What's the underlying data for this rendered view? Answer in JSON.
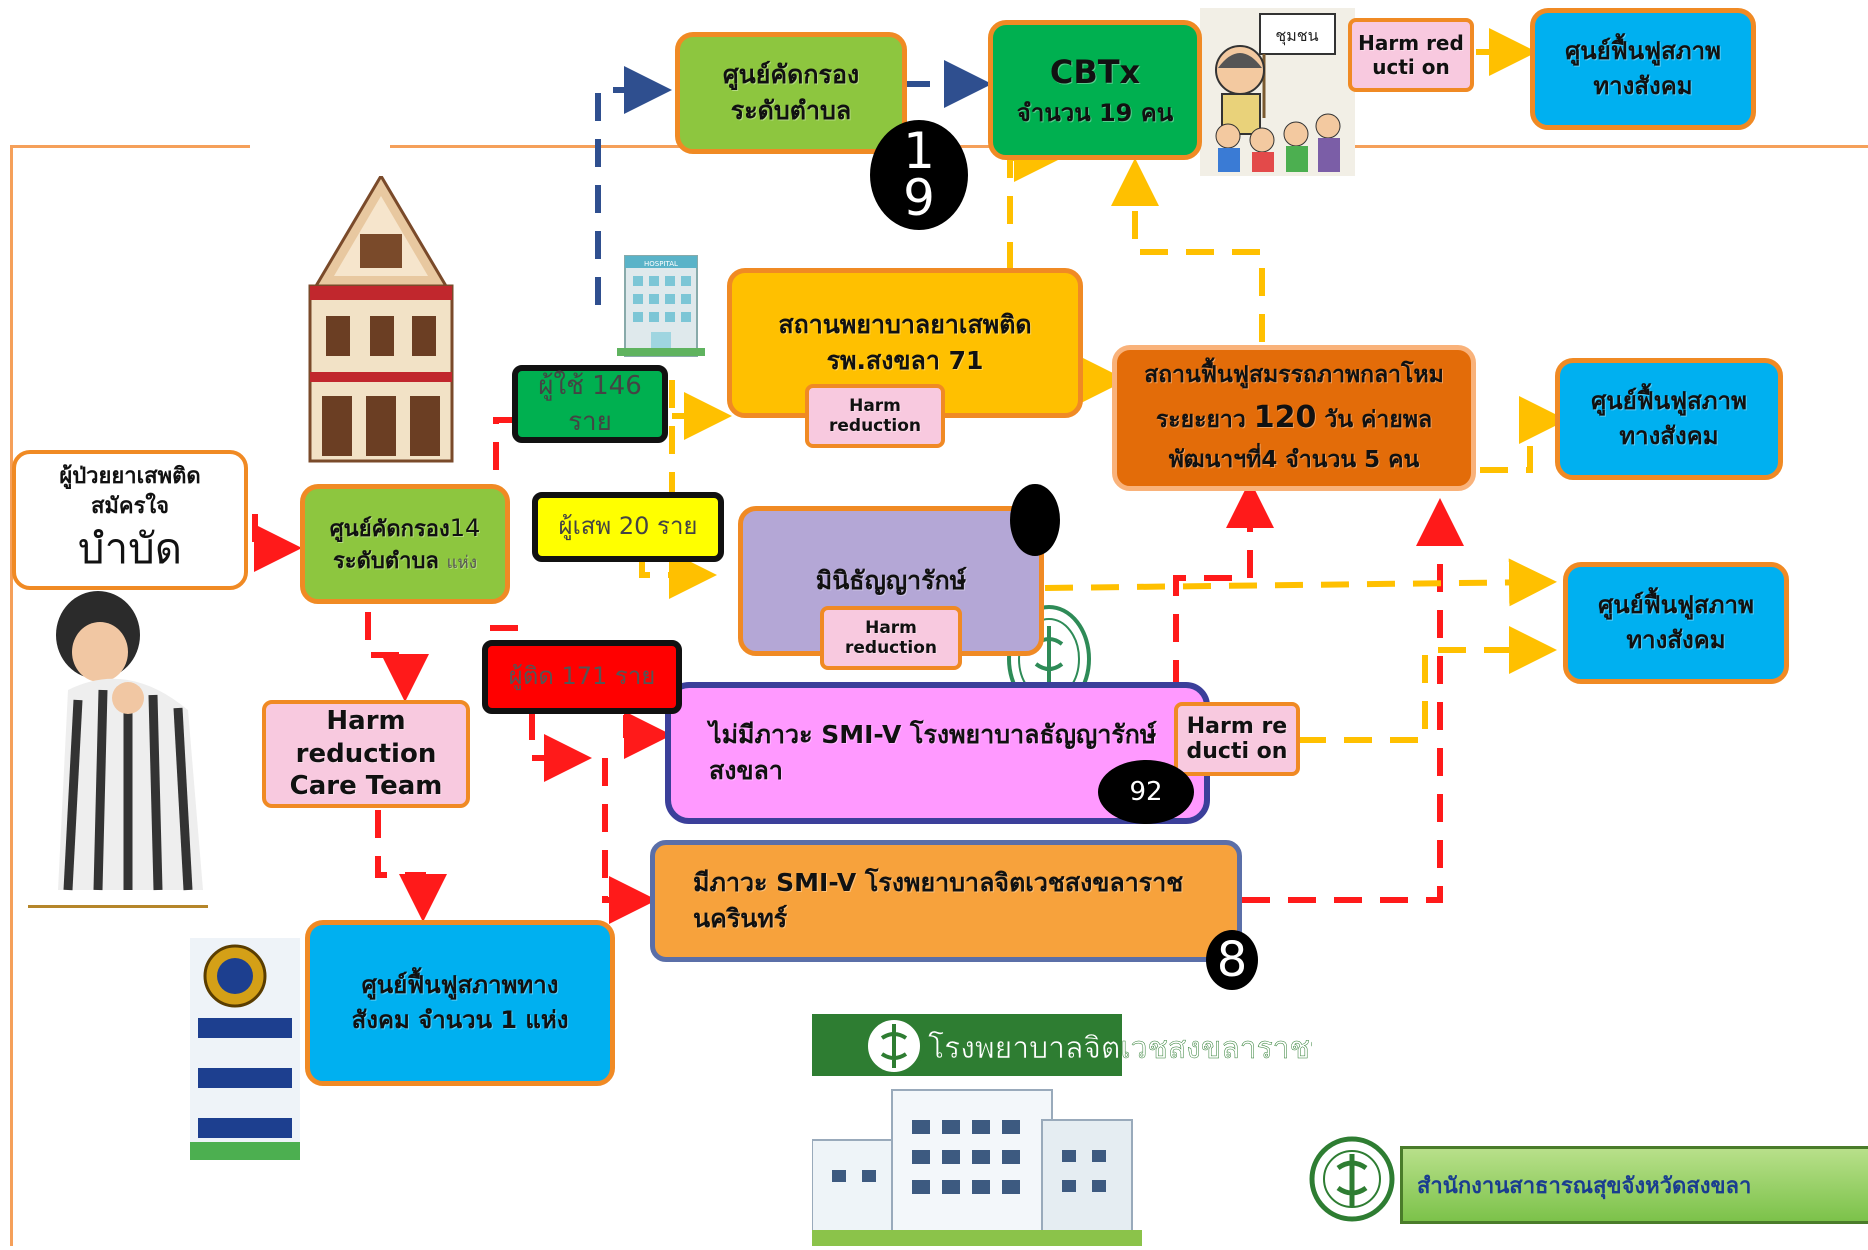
{
  "patient_box": {
    "line1": "ผู้ป่วยยาเสพติด",
    "line2": "สมัครใจ",
    "line3": "บำบัด"
  },
  "screening_top": {
    "line1": "ศูนย์คัดกรอง",
    "line2": "ระดับตำบล"
  },
  "screening_main": {
    "line1": "ศูนย์คัดกรอง",
    "count": "14",
    "line2": "ระดับตำบล",
    "unit": "แห่ง"
  },
  "cbtx": {
    "title": "CBTx",
    "subtitle": "จำนวน 19 คน"
  },
  "badge_19": "1 9",
  "harm_reduction_community": "Harm reducti on",
  "community_sign": "ชุมชน",
  "social_rehab_top": "ศูนย์ฟื้นฟูสภาพ ทางสังคม",
  "drug_hospital": {
    "line1": "สถานพยาบาลยาเสพติด",
    "line2": "รพ.สงขลา  71"
  },
  "harm_reduction_1": "Harm reduction",
  "user_tag": "ผู้ใช้ 146 ราย",
  "abuser_tag": "ผู้เสพ 20 ราย",
  "addict_tag": "ผู้ติด 171 ราย",
  "long_term_rehab": {
    "line1": "สถานฟื้นฟูสมรรถภาพกลาโหม",
    "line2_a": "ระยะยาว",
    "line2_b": "120",
    "line2_c": "วัน ค่ายพล",
    "line3": "พัฒนาฯที่4 จำนวน 5 คน"
  },
  "social_rehab_mid": "ศูนย์ฟื้นฟูสภาพ ทางสังคม",
  "mini_thanyarak": "มินิธัญญารักษ์",
  "harm_reduction_2": "Harm reduction",
  "social_rehab_lower": "ศูนย์ฟื้นฟูสภาพ ทางสังคม",
  "harm_reduction_care_team": {
    "line1": "Harm",
    "line2": "reduction",
    "line3": "Care Team"
  },
  "no_smiv": {
    "line1": "ไม่มีภาวะ SMI-V โรงพยาบาลธัญญารักษ์",
    "line2": "สงขลา"
  },
  "badge_92": "92",
  "harm_reduction_3": "Harm reducti on",
  "smiv": {
    "line1": "มีภาวะ SMI-V โรงพยาบาลจิตเวชสงขลาราช",
    "line2": "นครินทร์"
  },
  "badge_8": "8",
  "social_rehab_bottom": {
    "line1": "ศูนย์ฟื้นฟูสภาพทาง",
    "line2": "สังคม จำนวน 1 แห่ง"
  },
  "psych_hospital_name": "โรงพยาบาลจิตเวชสงขลาราชนครินทร์",
  "provincial_office": "สำนักงานสาธารณสุขจังหวัดสงขลา",
  "hospital_sign": "HOSPITAL",
  "colors": {
    "red": "#ff1a1a",
    "gold": "#ffc000",
    "navy": "#2f4f8f"
  }
}
